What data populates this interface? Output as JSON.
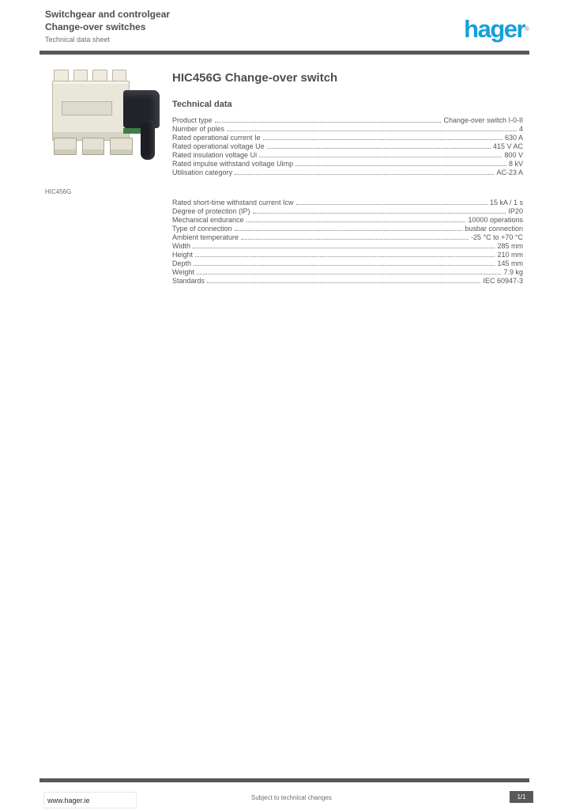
{
  "header": {
    "line1": "Switchgear and controlgear",
    "line2": "Change-over switches",
    "line3": "Technical data sheet",
    "logo_text": "hager",
    "logo_reg": "®"
  },
  "product": {
    "title": "HIC456G Change-over switch",
    "caption": "HIC456G"
  },
  "specs": {
    "heading": "Technical data",
    "group_a": [
      {
        "label": "Product type",
        "value": "Change-over switch I-0-II"
      },
      {
        "label": "Number of poles",
        "value": "4"
      },
      {
        "label": "Rated operational current Ie",
        "value": "630 A"
      },
      {
        "label": "Rated operational voltage Ue",
        "value": "415 V AC"
      },
      {
        "label": "Rated insulation voltage Ui",
        "value": "800 V"
      },
      {
        "label": "Rated impulse withstand voltage Uimp",
        "value": "8 kV"
      },
      {
        "label": "Utilisation category",
        "value": "AC-23 A"
      }
    ],
    "group_b": [
      {
        "label": "Rated short-time withstand current Icw",
        "value": "15 kA / 1 s"
      },
      {
        "label": "Degree of protection (IP)",
        "value": "IP20"
      },
      {
        "label": "Mechanical endurance",
        "value": "10000 operations"
      },
      {
        "label": "Type of connection",
        "value": "busbar connection"
      },
      {
        "label": "Ambient temperature",
        "value": "-25 °C to +70 °C"
      },
      {
        "label": "Width",
        "value": "285 mm"
      },
      {
        "label": "Height",
        "value": "210 mm"
      },
      {
        "label": "Depth",
        "value": "145 mm"
      },
      {
        "label": "Weight",
        "value": "7.9 kg"
      },
      {
        "label": "Standards",
        "value": "IEC 60947-3"
      }
    ]
  },
  "footer": {
    "website": "www.hager.ie",
    "note": "Subject to technical changes",
    "page": "1/1"
  },
  "colors": {
    "brand_blue": "#14a0d9",
    "rule_gray": "#58595b",
    "text_gray": "#4d4e50"
  }
}
